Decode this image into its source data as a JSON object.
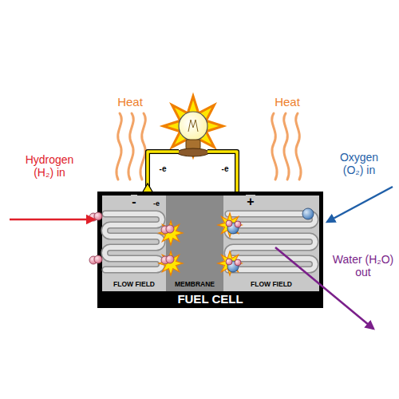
{
  "diagram": {
    "nodes": [
      {
        "text": [
          "FUEL CELL"
        ]
      },
      {
        "text": [
          "FLOW FIELD"
        ],
        "in": 0
      },
      {
        "text": [
          "MEMBRANE"
        ],
        "in": 0
      },
      {
        "text": [
          "FLOW FIELD"
        ],
        "in": 0
      }
    ],
    "labels": [
      "Heat",
      "Heat",
      "Hydrogen (H₂) in",
      "Oxygen (O₂) in",
      "Water (H₂O) out",
      "-e",
      "-e",
      "-e",
      "-",
      "+"
    ]
  }
}
